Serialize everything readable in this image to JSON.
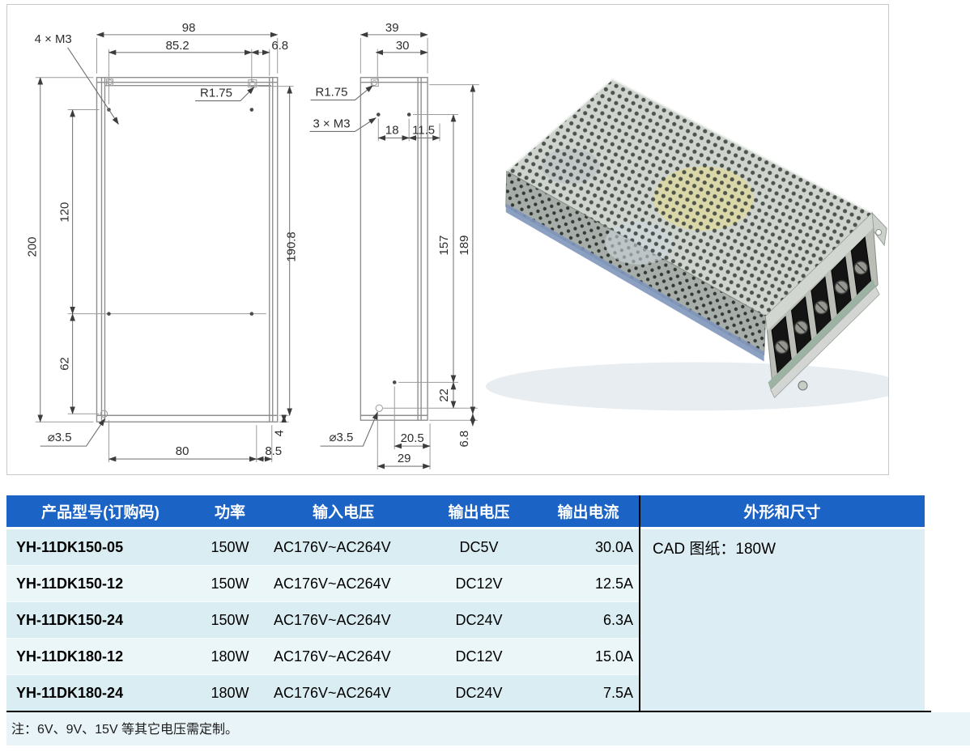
{
  "drawings": {
    "front_view": {
      "dim_98": "98",
      "dim_85_2": "85.2",
      "dim_6_8": "6.8",
      "label_4xm3": "4 × M3",
      "label_r175": "R1.75",
      "dim_200": "200",
      "dim_120": "120",
      "dim_62": "62",
      "dim_190_8": "190.8",
      "label_dia": "⌀3.5",
      "dim_80": "80",
      "dim_8_5": "8.5",
      "dim_4": "4"
    },
    "side_view": {
      "dim_39": "39",
      "dim_30": "30",
      "label_r175": "R1.75",
      "label_3xm3": "3 × M3",
      "dim_18": "18",
      "dim_11_5": "11.5",
      "dim_157": "157",
      "dim_189": "189",
      "label_dia": "⌀3.5",
      "dim_22": "22",
      "dim_20_5": "20.5",
      "dim_29": "29",
      "dim_6_8": "6.8"
    }
  },
  "table": {
    "headers": {
      "model": "产品型号(订购码)",
      "power": "功率",
      "input_voltage": "输入电压",
      "output_voltage": "输出电压",
      "output_current": "输出电流",
      "dimensions": "外形和尺寸"
    },
    "rows": [
      {
        "model": "YH-11DK150-05",
        "power": "150W",
        "input": "AC176V~AC264V",
        "output_v": "DC5V",
        "output_a": "30.0A"
      },
      {
        "model": "YH-11DK150-12",
        "power": "150W",
        "input": "AC176V~AC264V",
        "output_v": "DC12V",
        "output_a": "12.5A"
      },
      {
        "model": "YH-11DK150-24",
        "power": "150W",
        "input": "AC176V~AC264V",
        "output_v": "DC24V",
        "output_a": "6.3A"
      },
      {
        "model": "YH-11DK180-12",
        "power": "180W",
        "input": "AC176V~AC264V",
        "output_v": "DC12V",
        "output_a": "15.0A"
      },
      {
        "model": "YH-11DK180-24",
        "power": "180W",
        "input": "AC176V~AC264V",
        "output_v": "DC24V",
        "output_a": "7.5A"
      }
    ],
    "cad_note": "CAD 图纸：180W"
  },
  "footnote": "注：6V、9V、15V 等其它电压需定制。",
  "colors": {
    "header_blue": "#1C63C6",
    "row_odd": "#D9EDF3",
    "row_even": "#EBF6F9",
    "side_cell": "#DCEEF4",
    "note_bg": "#E9F4F8"
  }
}
